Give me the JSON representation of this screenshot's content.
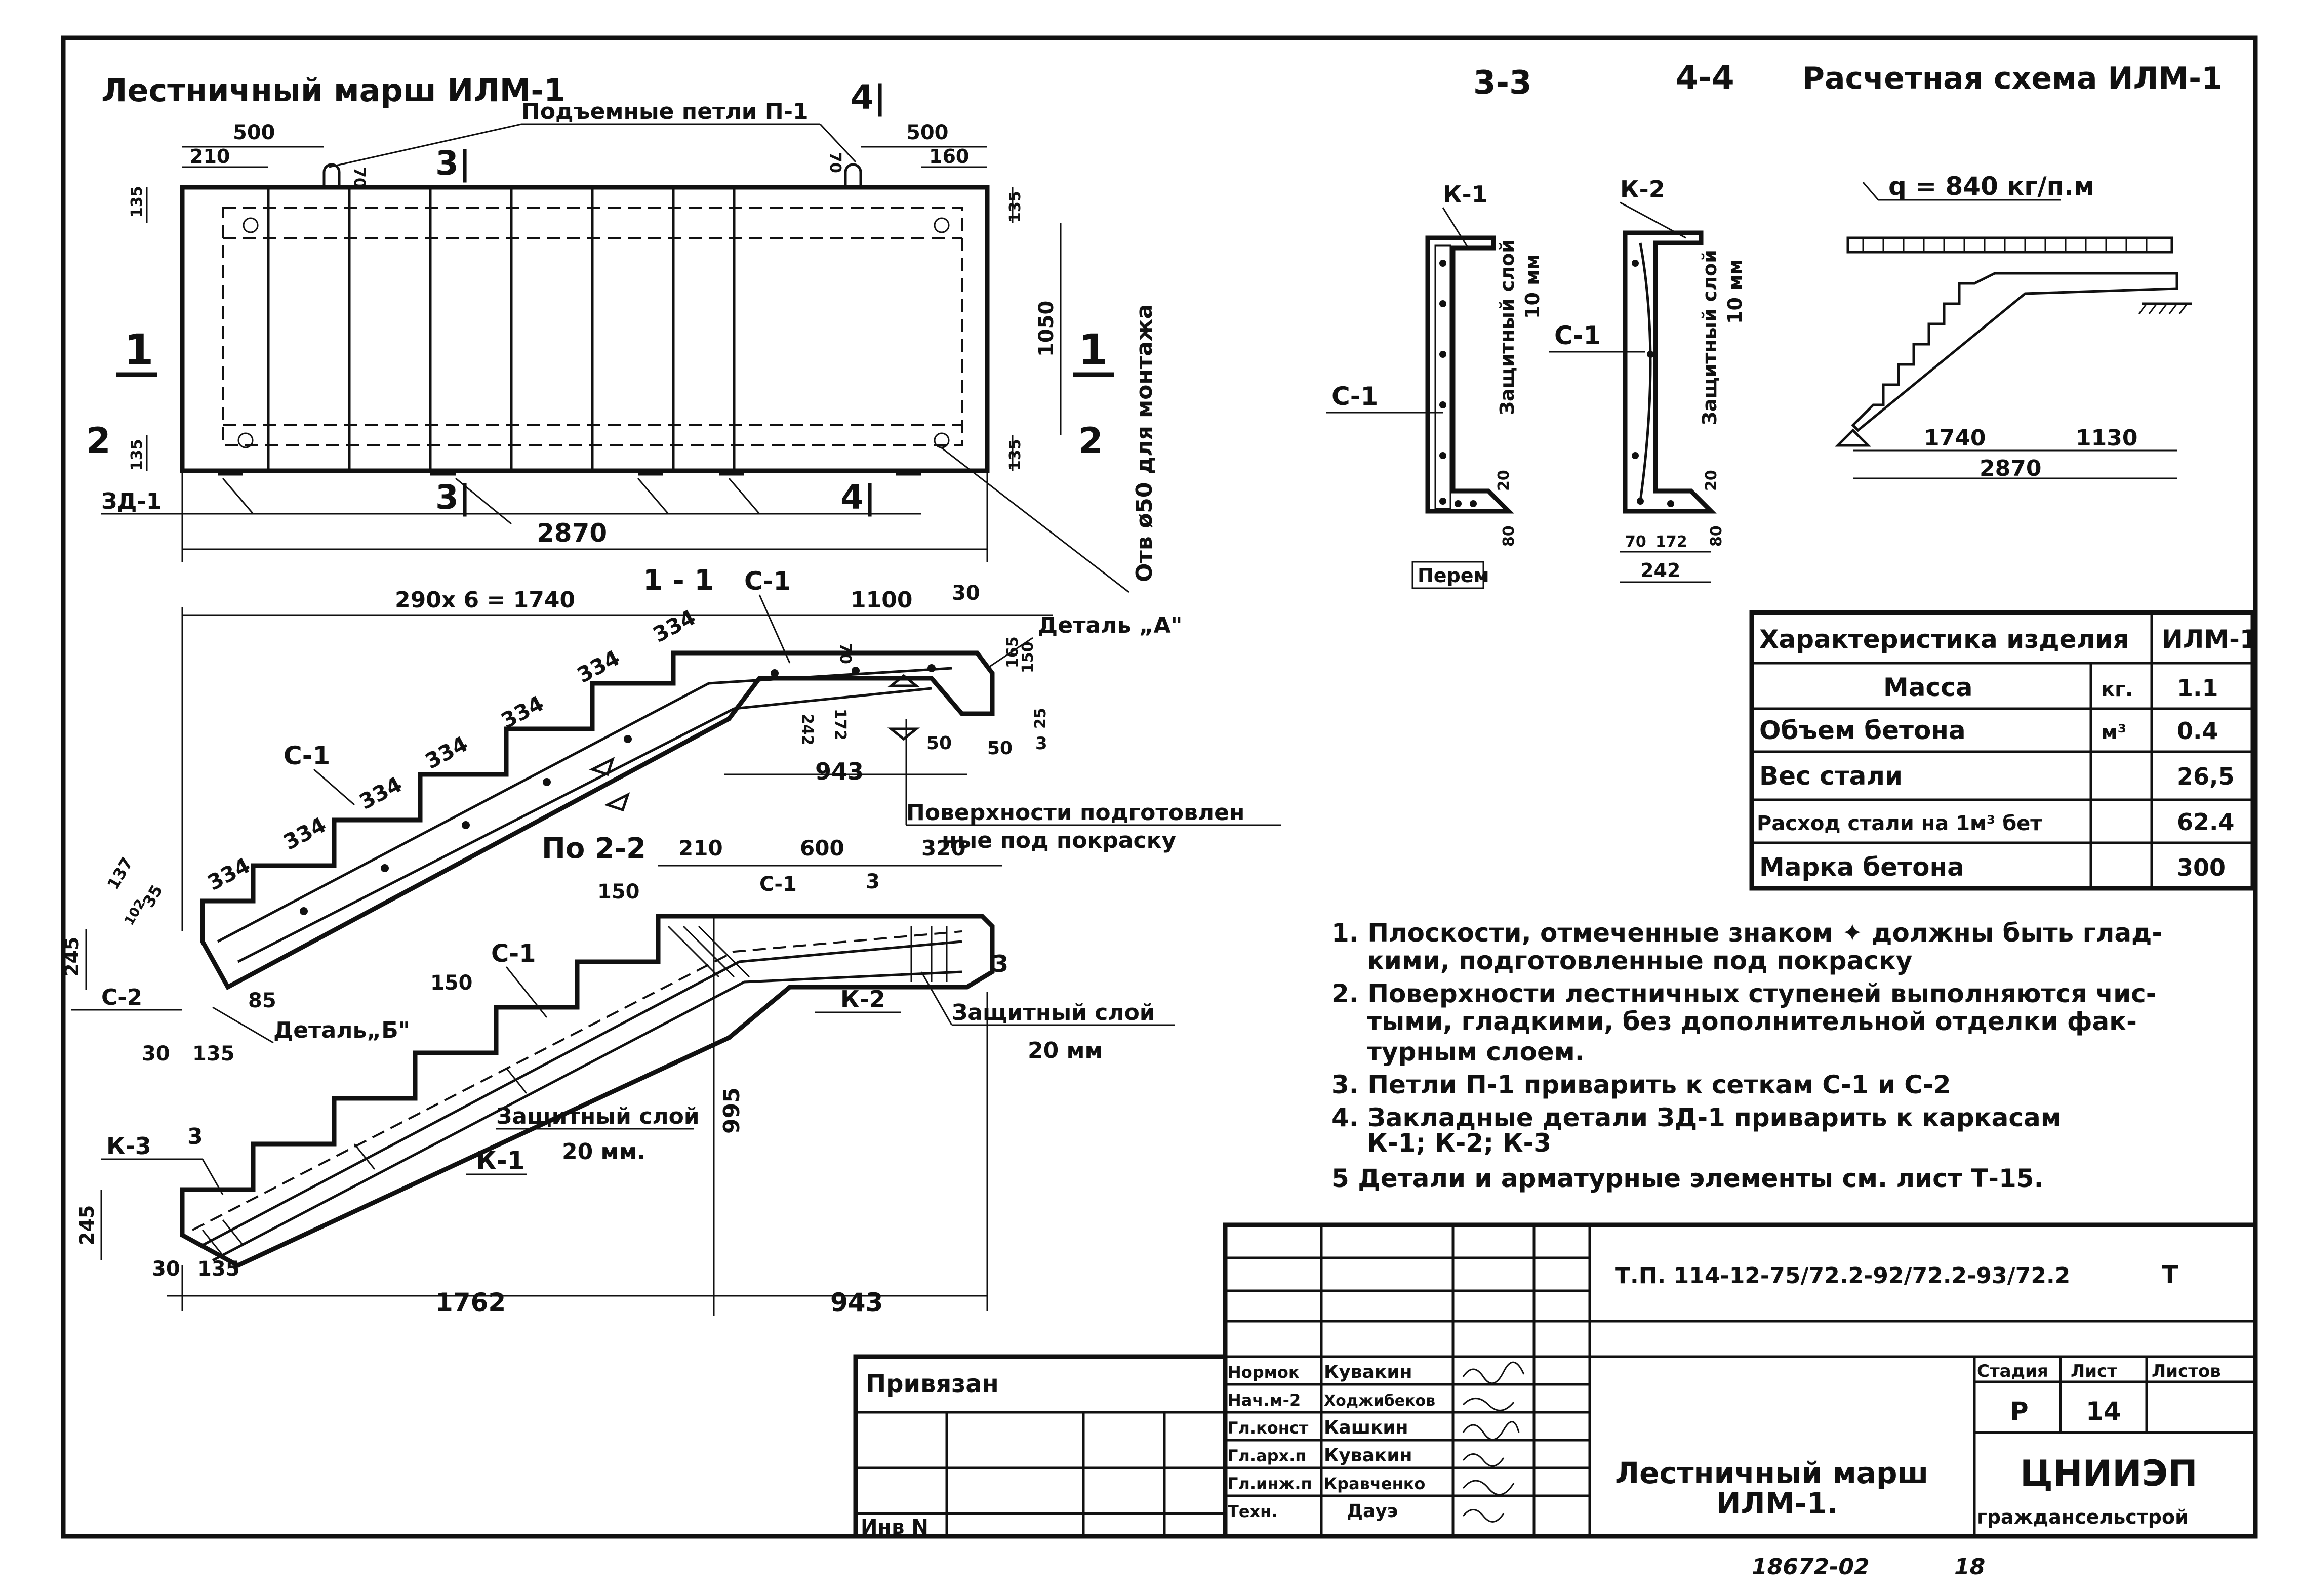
{
  "plan": {
    "title": "Лестничный марш ИЛМ-1",
    "lifting_loops": "Подъемные петли П-1",
    "dim_500_left": "500",
    "dim_210": "210",
    "dim_70_left": "70",
    "dim_500_right": "500",
    "dim_70_right": "70",
    "dim_160": "160",
    "dim_135_tl": "135",
    "dim_135_tr": "135",
    "dim_135_bl": "135",
    "dim_135_br": "135",
    "dim_1050": "1050",
    "dim_2870": "2870",
    "sec_31_top": "3|",
    "sec_41_top": "4|",
    "sec_31_bot": "3|",
    "sec_41_bot": "4|",
    "sec_1_left": "1",
    "sec_1_right": "1",
    "sec_2_left": "2",
    "sec_2_right": "2",
    "embed": "ЗД-1",
    "hole": "Отв ø50 для монтажа"
  },
  "section11": {
    "title": "1 - 1",
    "dim_steps": "290х 6 = 1740",
    "dim_1100": "1100",
    "dim_30": "30",
    "c1_label": "С-1",
    "c1_label2": "С-1",
    "c2_label": "С-2",
    "step_334": [
      "334",
      "334",
      "334",
      "334",
      "334",
      "334",
      "334"
    ],
    "dim_70": "70",
    "dim_242": "242",
    "dim_172": "172",
    "dim_165": "165",
    "dim_150": "150",
    "dim_25": "25",
    "dim_3": "3",
    "dim_50a": "50",
    "dim_50b": "50",
    "dim_943": "943",
    "detail_a": "Деталь „А\"",
    "surface_1": "Поверхности подготовлен",
    "surface_2": "ные под покраску",
    "dim_137": "137",
    "dim_35": "35",
    "dim_102": "102",
    "dim_245": "245",
    "dim_85": "85",
    "dim_30b": "30",
    "dim_135": "135",
    "detail_b": "Деталь„Б\""
  },
  "section22": {
    "title": "По 2-2",
    "dim_210": "210",
    "dim_600": "600",
    "dim_320": "320",
    "dim_150a": "150",
    "dim_150b": "150",
    "c1_a": "С-1",
    "c1_b": "С-1",
    "num_3a": "3",
    "num_3b": "3",
    "num_3c": "3",
    "k2": "К-2",
    "cover_top_1": "Защитный слой",
    "cover_top_2": "20 мм",
    "cover_mid_1": "Защитный слой",
    "cover_mid_2": "20 мм.",
    "k1": "К-1",
    "k3": "К-3",
    "dim_995": "995",
    "dim_245": "245",
    "dim_30": "30",
    "dim_135": "135",
    "dim_1762": "1762",
    "dim_943": "943"
  },
  "sections_34": {
    "title_33": "3-3",
    "title_44": "4-4",
    "k1": "К-1",
    "k2": "К-2",
    "c1_a": "С-1",
    "c1_b": "С-1",
    "cover_a_1": "Защитный слой",
    "cover_a_2": "10 мм",
    "cover_b_1": "Защитный слой",
    "cover_b_2": "10 мм",
    "dim_20a": "20",
    "dim_80a": "80",
    "perem": "Перем",
    "dim_20b": "20",
    "dim_80b": "80",
    "dim_70": "70",
    "dim_172": "172",
    "dim_242": "242"
  },
  "calc": {
    "title": "Расчетная схема ИЛМ-1",
    "load": "q = 840 кг/п.м",
    "dim_1740": "1740",
    "dim_1130": "1130",
    "dim_2870": "2870"
  },
  "spec_table": {
    "header": "Характеристика изделия",
    "product": "ИЛМ-1",
    "rows": [
      {
        "name": "Масса",
        "unit": "кг.",
        "value": "1.1"
      },
      {
        "name": "Объем бетона",
        "unit": "м³",
        "value": "0.4"
      },
      {
        "name": "Вес стали",
        "unit": "",
        "value": "26,5"
      },
      {
        "name": "Расход стали на 1м³ бет",
        "unit": "",
        "value": "62.4"
      },
      {
        "name": "Марка бетона",
        "unit": "",
        "value": "300"
      }
    ]
  },
  "notes": [
    "1. Плоскости, отмеченные знаком ✦ должны быть глад-",
    "кими, подготовленные под покраску",
    "2. Поверхности лестничных ступеней выполняются чис-",
    "тыми, гладкими, без дополнительной отделки фак-",
    "турным слоем.",
    "3. Петли П-1 приварить к сеткам С-1 и С-2",
    "4. Закладные детали ЗД-1 приварить к каркасам",
    "К-1; К-2; К-3",
    "5 Детали и арматурные элементы см. лист Т-15."
  ],
  "title_block": {
    "code": "Т.П. 114-12-75/72.2-92/72.2-93/72.2",
    "code_suffix": "Т",
    "privyazan": "Привязан",
    "inv": "Инв N",
    "staff": [
      {
        "role": "Нормок",
        "name": "Кувакин"
      },
      {
        "role": "Нач.м-2",
        "name": "Ходжибеков"
      },
      {
        "role": "Гл.конст",
        "name": "Кашкин"
      },
      {
        "role": "Гл.арх.п",
        "name": "Кувакин"
      },
      {
        "role": "Гл.инж.п",
        "name": "Кравченко"
      },
      {
        "role": "Техн.",
        "name": "Дауэ"
      }
    ],
    "name_1": "Лестничный марш",
    "name_2": "ИЛМ-1.",
    "stage_h": "Стадия",
    "sheet_h": "Лист",
    "sheets_h": "Листов",
    "stage": "Р",
    "sheet": "14",
    "org_1": "ЦНИИЭП",
    "org_2": "граждансельстрой"
  },
  "footer": {
    "archive_no": "18672-02",
    "page_no": "18"
  }
}
